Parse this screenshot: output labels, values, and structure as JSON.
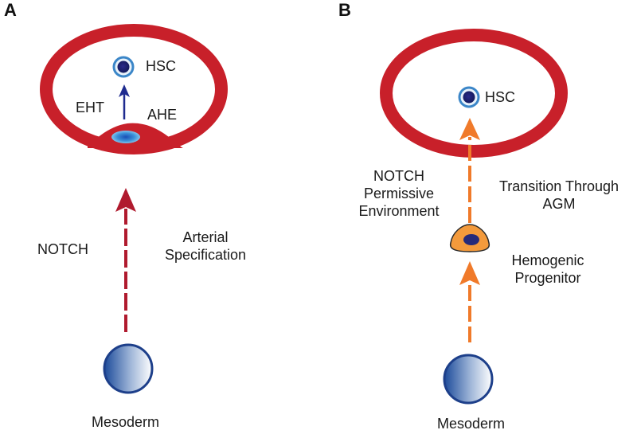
{
  "panels": {
    "a": {
      "letter": "A",
      "hsc": "HSC",
      "eht": "EHT",
      "ahe": "AHE",
      "notch": "NOTCH",
      "arterial": [
        "Arterial",
        "Specification"
      ],
      "mesoderm": "Mesoderm"
    },
    "b": {
      "letter": "B",
      "hsc": "HSC",
      "notch_env": [
        "NOTCH",
        "Permissive",
        "Environment"
      ],
      "transition": [
        "Transition Through",
        "AGM"
      ],
      "hemogenic": [
        "Hemogenic",
        "Progenitor"
      ],
      "mesoderm": "Mesoderm"
    }
  },
  "colors": {
    "vessel_red": "#c8202a",
    "arrow_dark_red": "#b01a2e",
    "arrow_orange": "#f07a2a",
    "arrow_blue": "#1f2b8f",
    "cell_blue": "#1f3b86",
    "progenitor_orange": "#f39a3c"
  }
}
